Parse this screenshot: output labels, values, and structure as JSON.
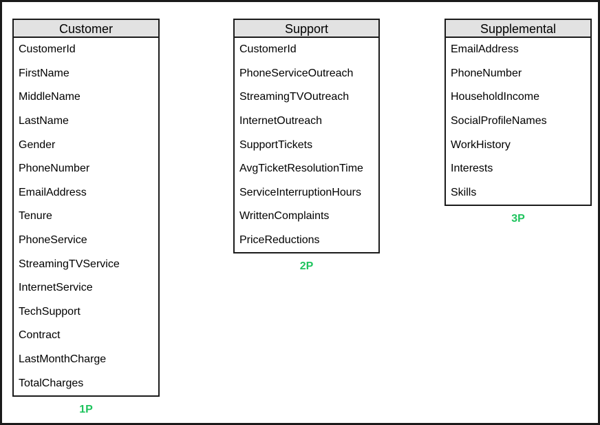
{
  "diagram": {
    "entities": [
      {
        "title": "Customer",
        "fields": [
          "CustomerId",
          "FirstName",
          "MiddleName",
          "LastName",
          "Gender",
          "PhoneNumber",
          "EmailAddress",
          "Tenure",
          "PhoneService",
          "StreamingTVService",
          "InternetService",
          "TechSupport",
          "Contract",
          "LastMonthCharge",
          "TotalCharges"
        ],
        "label": "1P"
      },
      {
        "title": "Support",
        "fields": [
          "CustomerId",
          "PhoneServiceOutreach",
          "StreamingTVOutreach",
          "InternetOutreach",
          "SupportTickets",
          "AvgTicketResolutionTime",
          "ServiceInterruptionHours",
          "WrittenComplaints",
          "PriceReductions"
        ],
        "label": "2P"
      },
      {
        "title": "Supplemental",
        "fields": [
          "EmailAddress",
          "PhoneNumber",
          "HouseholdIncome",
          "SocialProfileNames",
          "WorkHistory",
          "Interests",
          "Skills"
        ],
        "label": "3P"
      }
    ],
    "colors": {
      "header_bg": "#e2e2e2",
      "border": "#1a1a1a",
      "label_green": "#1fc45e",
      "text": "#000000",
      "background": "#ffffff"
    }
  }
}
